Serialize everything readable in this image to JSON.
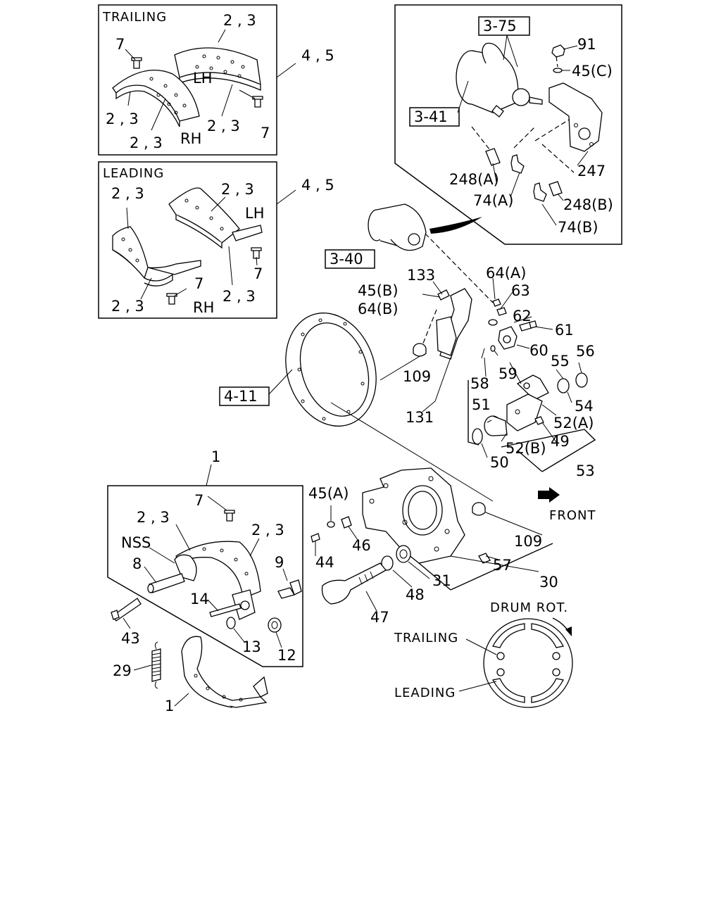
{
  "panels": {
    "trailing_header": "TRAILING",
    "leading_header": "LEADING"
  },
  "labels": {
    "l_2_3": "2 , 3",
    "l_4_5": "4 , 5",
    "l_7": "7",
    "l_LH": "LH",
    "l_RH": "RH",
    "l_3_75": "3-75",
    "l_3_41": "3-41",
    "l_3_40": "3-40",
    "l_4_11": "4-11",
    "l_91": "91",
    "l_45C": "45(C)",
    "l_247": "247",
    "l_248A": "248(A)",
    "l_248B": "248(B)",
    "l_74A": "74(A)",
    "l_74B": "74(B)",
    "l_133": "133",
    "l_45B": "45(B)",
    "l_64B": "64(B)",
    "l_64A": "64(A)",
    "l_63": "63",
    "l_62": "62",
    "l_61": "61",
    "l_60": "60",
    "l_59": "59",
    "l_58": "58",
    "l_56": "56",
    "l_55": "55",
    "l_54": "54",
    "l_52A": "52(A)",
    "l_52B": "52(B)",
    "l_51": "51",
    "l_50": "50",
    "l_49": "49",
    "l_53": "53",
    "l_109": "109",
    "l_131": "131",
    "l_1": "1",
    "l_NSS": "NSS",
    "l_8": "8",
    "l_9": "9",
    "l_14": "14",
    "l_13": "13",
    "l_12": "12",
    "l_43": "43",
    "l_29": "29",
    "l_45A": "45(A)",
    "l_44": "44",
    "l_46": "46",
    "l_47": "47",
    "l_48": "48",
    "l_31": "31",
    "l_30": "30",
    "l_57": "57",
    "l_front": "FRONT",
    "l_drum_rot": "DRUM ROT.",
    "l_trailing": "TRAILING",
    "l_leading": "LEADING"
  }
}
